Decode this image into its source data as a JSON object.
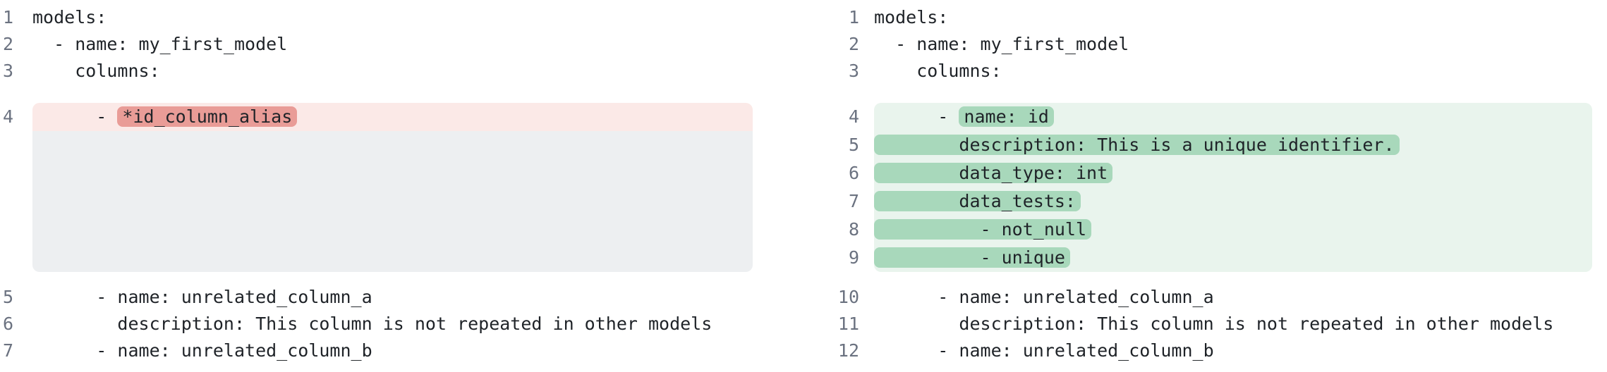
{
  "colors": {
    "bg": "#ffffff",
    "code_text": "#1f2328",
    "line_number": "#6b7280",
    "removed_row": "#fbe9e7",
    "removed_chip": "#e99c97",
    "spacer": "#edeff1",
    "added_row": "#e9f4ed",
    "added_chip": "#a8d8bb"
  },
  "diff_view": {
    "left": {
      "role": "before",
      "context_before": [
        {
          "num": "1",
          "text": "models:"
        },
        {
          "num": "2",
          "text": "  - name: my_first_model"
        },
        {
          "num": "3",
          "text": "    columns:"
        }
      ],
      "block": {
        "type": "removed",
        "rows": [
          {
            "num": "4",
            "prefix": "      - ",
            "highlight": "*id_column_alias",
            "flush": false
          }
        ],
        "spacer_rows": 5
      },
      "context_after": [
        {
          "num": "5",
          "text": "      - name: unrelated_column_a"
        },
        {
          "num": "6",
          "text": "        description: This column is not repeated in other models"
        },
        {
          "num": "7",
          "text": "      - name: unrelated_column_b"
        }
      ]
    },
    "right": {
      "role": "after",
      "context_before": [
        {
          "num": "1",
          "text": "models:"
        },
        {
          "num": "2",
          "text": "  - name: my_first_model"
        },
        {
          "num": "3",
          "text": "    columns:"
        }
      ],
      "block": {
        "type": "added",
        "rows": [
          {
            "num": "4",
            "prefix": "      - ",
            "highlight": "name: id",
            "flush": false
          },
          {
            "num": "5",
            "prefix": "",
            "highlight": "        description: This is a unique identifier.",
            "flush": true
          },
          {
            "num": "6",
            "prefix": "",
            "highlight": "        data_type: int",
            "flush": true
          },
          {
            "num": "7",
            "prefix": "",
            "highlight": "        data_tests:",
            "flush": true
          },
          {
            "num": "8",
            "prefix": "",
            "highlight": "          - not_null",
            "flush": true
          },
          {
            "num": "9",
            "prefix": "",
            "highlight": "          - unique",
            "flush": true
          }
        ],
        "spacer_rows": 0
      },
      "context_after": [
        {
          "num": "10",
          "text": "      - name: unrelated_column_a"
        },
        {
          "num": "11",
          "text": "        description: This column is not repeated in other models"
        },
        {
          "num": "12",
          "text": "      - name: unrelated_column_b"
        }
      ]
    }
  }
}
